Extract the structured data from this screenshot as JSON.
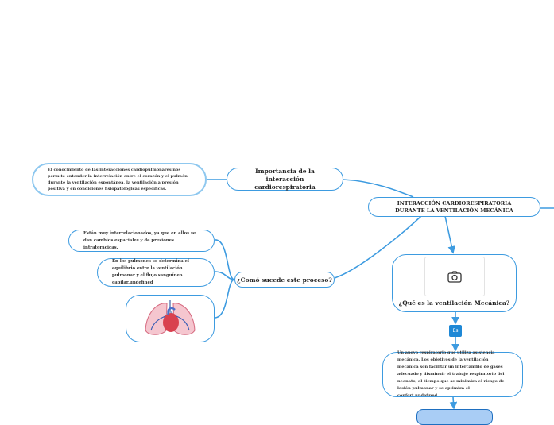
{
  "central": {
    "title": "INTERACCIÓN CARDIORESPIRATORIA DURANTE LA VENTILACIÓN MECÁNICA"
  },
  "importance": {
    "title": "Importancia de la interacción cardiorespiratoria",
    "detail": "El conocimiento de las interacciones cardiopulmonares nos permite entender la interrelación entre el corazón y el pulmón durante la ventilación espontánea, la ventilación a presión positiva y en condiciones fisiopatológicas específicas."
  },
  "process": {
    "title": "¿Comó sucede este proceso?",
    "items": [
      "Están muy interrelacionados, ya que en ellos se dan cambios espaciales y de presiones intratorácicas.",
      "En los pulmones se determina el equilibrio entre la ventilación pulmonar y el flujo sanguíneo capilar.undefined"
    ],
    "image_icon": "lungs-heart-illustration"
  },
  "what": {
    "title": "¿Qué es la ventilación Mecánica?",
    "image_icon": "camera-icon",
    "connector_label": "Es",
    "definition": "Un apoyo respiratorio que utiliza asistencia mecánica. Los objetivos de la ventilación mecánica son facilitar un intercambio de gases adecuado y disminuir el trabajo respiratorio del neonato, al tiempo que se minimiza el riesgo de lesión pulmonar y se optimiza el confort.undefined"
  },
  "colors": {
    "line": "#3d9be0",
    "badge": "#1e88d6",
    "bottom_node": "#a9cdf5"
  }
}
